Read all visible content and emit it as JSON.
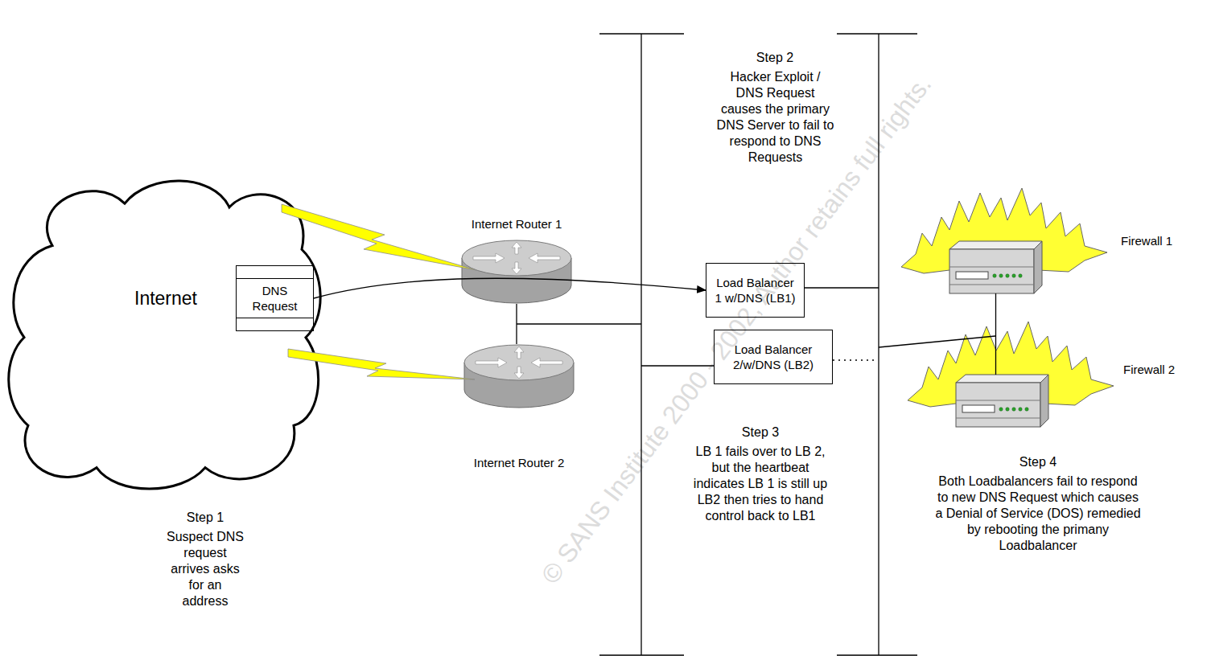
{
  "diagram": {
    "nodes": [
      {
        "text": [
          "Internet"
        ]
      },
      {
        "text": [
          "DNS Request"
        ],
        "in": 0
      },
      {
        "text": [
          "Internet Router 1"
        ]
      },
      {
        "text": [
          "Internet Router 2"
        ]
      },
      {
        "text": [
          "Load Balancer 1 w/DNS (LB1)"
        ]
      },
      {
        "text": [
          "Load Balancer 2/w/DNS (LB2)"
        ]
      },
      {
        "text": [
          "Firewall 1"
        ]
      },
      {
        "text": [
          "Firewall 2"
        ]
      }
    ],
    "edges": [
      {
        "from": 1,
        "to": 4,
        "arrow": "to"
      },
      {
        "from": 2,
        "to": 3,
        "arrow": "none"
      },
      {
        "from": 6,
        "to": 7,
        "arrow": "none"
      }
    ],
    "labels": [
      "Step 1",
      "Suspect DNS request arrives asks for an address",
      "Step 2",
      "Hacker Exploit / DNS Request causes the primary DNS Server to fail to respond to DNS Requests",
      "Step 3",
      "LB 1 fails over to LB 2, but the heartbeat indicates LB 1 is still up LB2 then tries to hand control back to LB1",
      "Step 4",
      "Both Loadbalancers fail to respond to new DNS Request which causes a Denial of Service (DOS) remedied by rebooting the primany Loadbalancer",
      "© SANS Institute 2000 - 2002, Author retains full rights."
    ]
  }
}
